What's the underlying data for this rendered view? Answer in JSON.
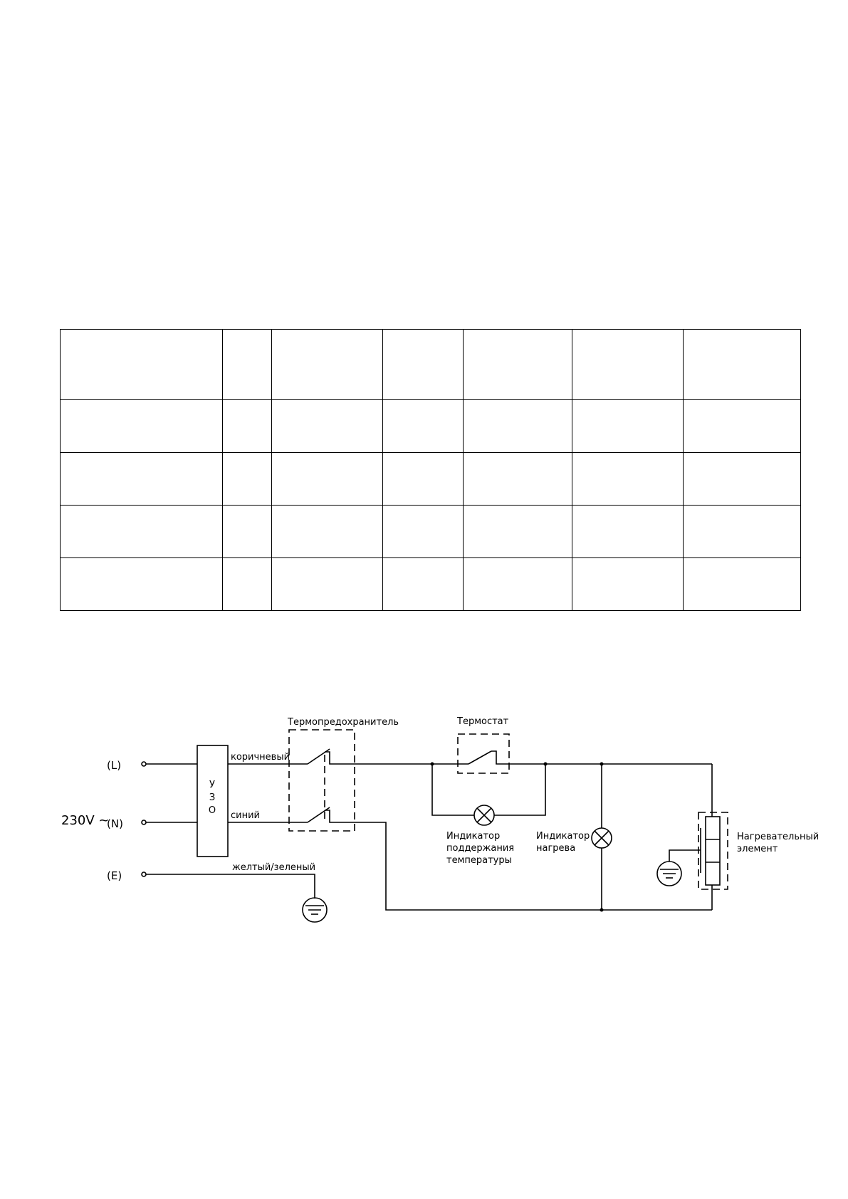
{
  "table": {
    "rows": 5,
    "columns": 7,
    "cells": [
      [
        "",
        "",
        "",
        "",
        "",
        "",
        ""
      ],
      [
        "",
        "",
        "",
        "",
        "",
        "",
        ""
      ],
      [
        "",
        "",
        "",
        "",
        "",
        "",
        ""
      ],
      [
        "",
        "",
        "",
        "",
        "",
        "",
        ""
      ],
      [
        "",
        "",
        "",
        "",
        "",
        "",
        ""
      ]
    ]
  },
  "diagram": {
    "voltage": "230V ~",
    "terminals": {
      "L": "(L)",
      "N": "(N)",
      "E": "(E)"
    },
    "rcd_letters": [
      "У",
      "З",
      "О"
    ],
    "wires": {
      "brown": "коричневый",
      "blue": "синий",
      "yellow_green": "желтый/зеленый"
    },
    "thermal_fuse": "Термопредохранитель",
    "thermostat": "Термостат",
    "indicator_temp": [
      "Индикатор",
      "поддержания",
      "температуры"
    ],
    "indicator_heat": [
      "Индикатор",
      "нагрева"
    ],
    "heating_element": [
      "Нагревательный",
      "элемент"
    ]
  }
}
